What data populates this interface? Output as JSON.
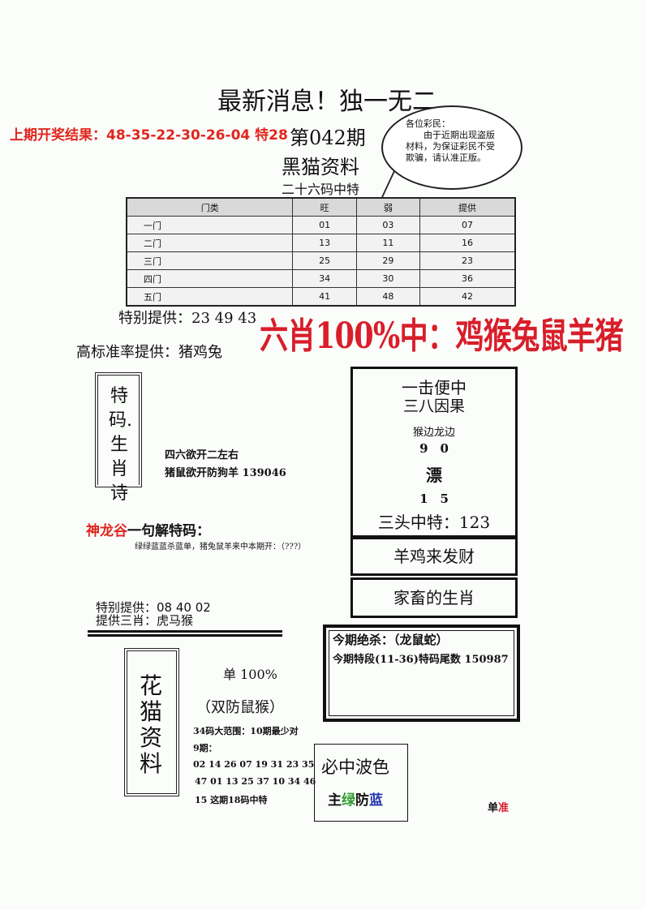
{
  "title": "最新消息！独一无二",
  "previous_result": "上期开奖结果：48-35-22-30-26-04 特28",
  "issue": "第042期",
  "subtitle": "黑猫资料",
  "subtitle2": "二十六码中特",
  "notice": "各位彩民：\n　　由于近期出现盗版材料，为保证彩民不受欺骗，请认准正版。",
  "table": {
    "headers": [
      "门类",
      "旺",
      "弱",
      "提供"
    ],
    "rows": [
      [
        "一门",
        "01",
        "03",
        "07"
      ],
      [
        "二门",
        "13",
        "11",
        "16"
      ],
      [
        "三门",
        "25",
        "29",
        "23"
      ],
      [
        "四门",
        "34",
        "30",
        "36"
      ],
      [
        "五门",
        "41",
        "48",
        "42"
      ]
    ]
  },
  "special_provide": "特别提供：23 49 43",
  "high_accuracy": "高标准率提供：猪鸡兔",
  "six_zodiac": "六肖100%中：鸡猴兔鼠羊猪",
  "poem_box": {
    "label": "特码.生肖诗",
    "lines": [
      "四六欲开二左右",
      "猪鼠欲开防狗羊 139046"
    ]
  },
  "right_box": {
    "l1": "一击便中",
    "l2": "三八因果",
    "l3": "猴边龙边",
    "l4": "9　0",
    "l5": "漂",
    "l6": "1　5",
    "l7": "三头中特：123"
  },
  "wealth": "羊鸡来发财",
  "livestock": "家畜的生肖",
  "riddle": {
    "brand": "神龙谷",
    "title": "一句解特码：",
    "text": "绿绿蓝蓝杀蓝单，猪兔鼠羊来中本期开：（???）"
  },
  "special2": "特别提供：08 40 02",
  "three_zodiac": "提供三肖：虎马猴",
  "kill": {
    "l1": "今期绝杀：（龙鼠蛇）",
    "l2": "今期特段(11-36)特码尾数 150987"
  },
  "flower_cat": {
    "label": "花猫资料",
    "odd": "单 100%",
    "guard": "（双防鼠猴）",
    "range": "34码大范围：10期最少对",
    "range2": "9期：",
    "nums1": "02 14 26 07 19 31 23 35",
    "nums2": "47 01 13 25 37 10 34 46",
    "nums3": "15 这期18码中特"
  },
  "wave": {
    "title": "必中波色",
    "main": "主",
    "green": "绿",
    "guard": "防",
    "blue": "蓝"
  },
  "single": {
    "a": "单",
    "b": "准"
  },
  "colors": {
    "red": "#e0261e",
    "green": "#2e9a2e",
    "blue": "#2233aa"
  }
}
